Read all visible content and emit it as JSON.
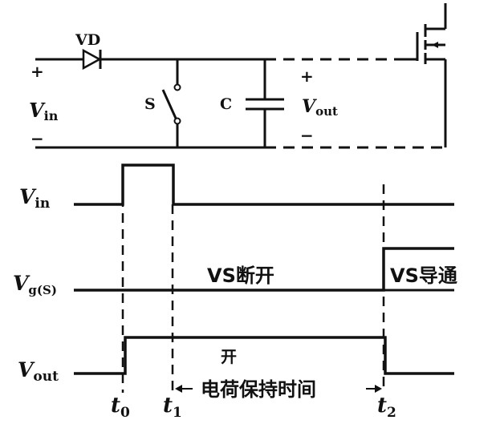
{
  "circuit": {
    "diode_label": "VD",
    "switch_label": "S",
    "capacitor_label": "C",
    "vin_label": "V",
    "vin_sub": "in",
    "vout_label": "V",
    "vout_sub": "out",
    "plus": "+",
    "minus": "−"
  },
  "waveforms": {
    "vin_label": "V",
    "vin_sub": "in",
    "vg_label": "V",
    "vg_sub": "g(S)",
    "vout_label": "V",
    "vout_sub": "out",
    "vs_off_text": "VS断开",
    "vs_on_text": "VS导通",
    "open_text": "开",
    "hold_text": "电荷保持时间"
  },
  "time_markers": [
    {
      "t": "t",
      "sub": "0"
    },
    {
      "t": "t",
      "sub": "1"
    },
    {
      "t": "t",
      "sub": "2"
    }
  ]
}
